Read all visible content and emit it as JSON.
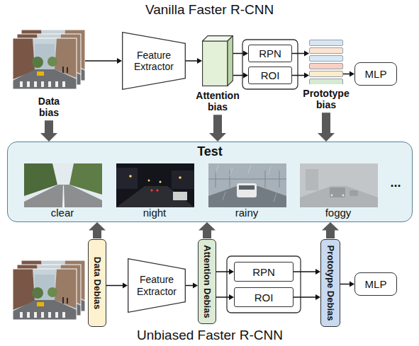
{
  "diagram": {
    "title": "Vanilla Faster R-CNN",
    "nodes": [
      {
        "text": [
          "Data bias"
        ]
      },
      {
        "text": [
          "Feature Extractor"
        ]
      },
      {
        "text": [
          "Attention bias"
        ]
      },
      {
        "text": [
          "RPN"
        ]
      },
      {
        "text": [
          "ROI"
        ]
      },
      {
        "text": [
          "Prototype bias"
        ]
      },
      {
        "text": [
          "MLP"
        ]
      },
      {
        "text": [
          "Test"
        ]
      },
      {
        "text": [
          "Data Debias"
        ]
      },
      {
        "text": [
          "Feature Extractor"
        ]
      },
      {
        "text": [
          "Attention Debias"
        ]
      },
      {
        "text": [
          "RPN"
        ]
      },
      {
        "text": [
          "ROI"
        ]
      },
      {
        "text": [
          "Prototype Debias"
        ]
      },
      {
        "text": [
          "MLP"
        ]
      }
    ],
    "edges": [
      {
        "from": 0,
        "to": 1,
        "arrow": "to"
      },
      {
        "from": 1,
        "to": 2,
        "arrow": "to"
      },
      {
        "from": 2,
        "to": 3,
        "arrow": "to"
      },
      {
        "from": 2,
        "to": 4,
        "arrow": "to"
      },
      {
        "from": 3,
        "to": 5,
        "arrow": "to"
      },
      {
        "from": 4,
        "to": 5,
        "arrow": "to"
      },
      {
        "from": 5,
        "to": 6,
        "arrow": "to"
      },
      {
        "from": 0,
        "to": 7,
        "arrow": "to"
      },
      {
        "from": 2,
        "to": 7,
        "arrow": "to"
      },
      {
        "from": 5,
        "to": 7,
        "arrow": "to"
      },
      {
        "from": 8,
        "to": 7,
        "arrow": "to"
      },
      {
        "from": 10,
        "to": 7,
        "arrow": "to"
      },
      {
        "from": 13,
        "to": 7,
        "arrow": "to"
      },
      {
        "from": 8,
        "to": 9,
        "arrow": "to"
      },
      {
        "from": 9,
        "to": 10,
        "arrow": "to"
      },
      {
        "from": 10,
        "to": 11,
        "arrow": "to"
      },
      {
        "from": 10,
        "to": 12,
        "arrow": "to"
      },
      {
        "from": 11,
        "to": 13,
        "arrow": "to"
      },
      {
        "from": 12,
        "to": 13,
        "arrow": "to"
      },
      {
        "from": 13,
        "to": 14,
        "arrow": "to"
      }
    ],
    "labels": [
      "clear",
      "night",
      "rainy",
      "foggy",
      "...",
      "Unbiased Faster R-CNN"
    ]
  }
}
